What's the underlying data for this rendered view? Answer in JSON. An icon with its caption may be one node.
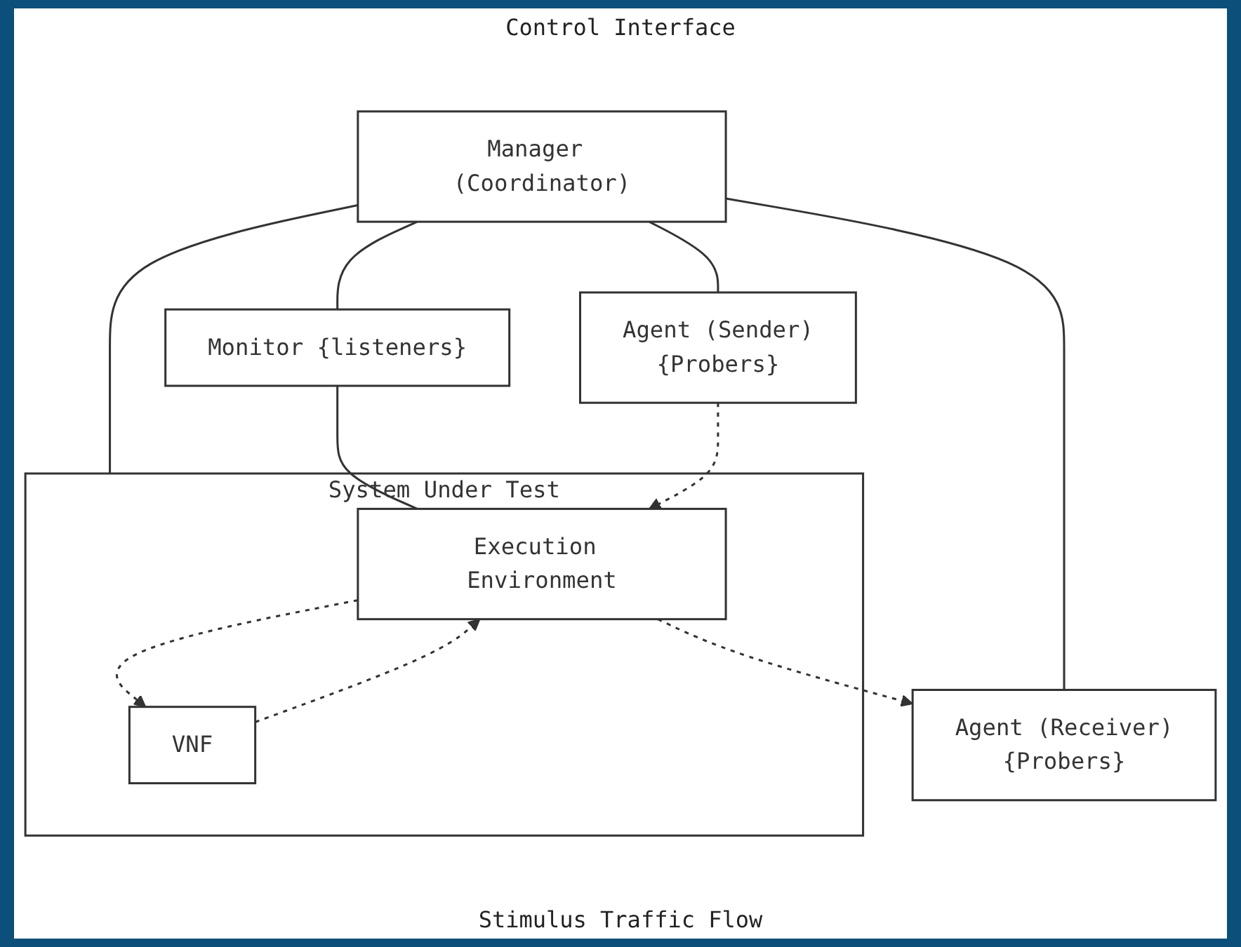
{
  "diagram": {
    "nodes": [
      {
        "text": [
          "Manager (Coordinator)"
        ]
      },
      {
        "text": [
          "System Under Test"
        ]
      },
      {
        "text": [
          "VNF"
        ],
        "in": 1
      },
      {
        "text": [
          "Monitor {listeners}"
        ]
      },
      {
        "text": [
          "Agent (Sender)",
          "{Probers}"
        ]
      },
      {
        "text": [
          "Execution Environment"
        ],
        "in": 1
      },
      {
        "text": [
          "Agent (Receiver)",
          "{Probers}"
        ]
      }
    ],
    "edges": [
      {
        "from": 0,
        "to": 4,
        "arrow": "none"
      },
      {
        "from": 0,
        "to": 3,
        "arrow": "none"
      },
      {
        "from": 0,
        "to": 1,
        "arrow": "none"
      },
      {
        "from": 0,
        "to": 6,
        "arrow": "none"
      },
      {
        "from": 3,
        "to": 5,
        "arrow": "none"
      },
      {
        "from": 4,
        "to": 5,
        "arrow": "to",
        "style": "dashed"
      },
      {
        "from": 5,
        "to": 2,
        "arrow": "to",
        "style": "dashed"
      },
      {
        "from": 2,
        "to": 5,
        "arrow": "to",
        "style": "dashed"
      },
      {
        "from": 5,
        "to": 6,
        "arrow": "to",
        "style": "dashed"
      }
    ],
    "labels": [
      "Control Interface",
      "Stimulus Traffic Flow"
    ]
  }
}
